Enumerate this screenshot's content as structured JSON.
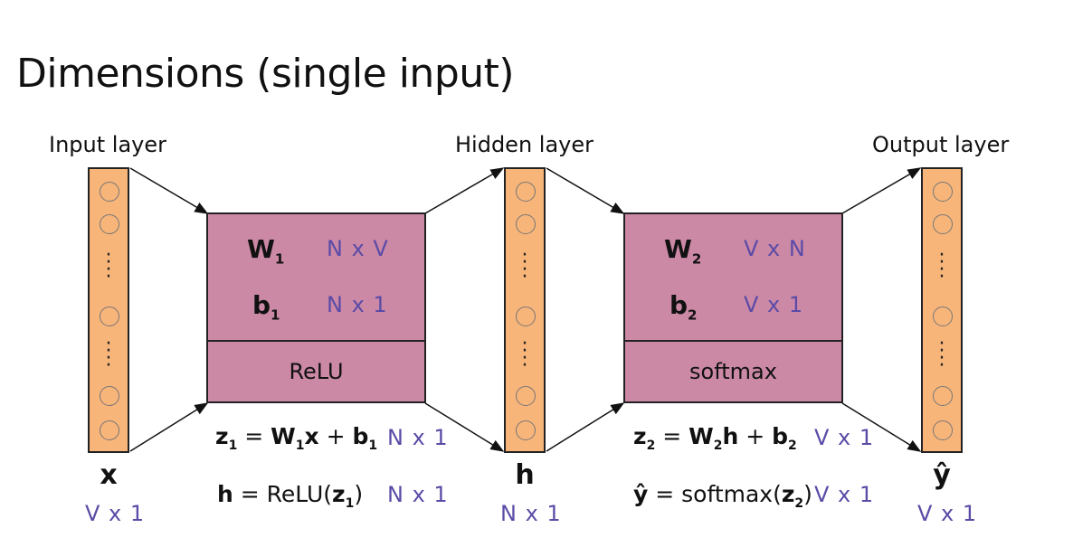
{
  "title": "Dimensions (single input)",
  "layers": {
    "input": {
      "label": "Input layer",
      "vector": "x",
      "dim": "V x 1"
    },
    "hidden": {
      "label": "Hidden layer",
      "vector": "h",
      "dim": "N x 1"
    },
    "output": {
      "label": "Output layer",
      "vector": "ŷ",
      "dim": "V x 1"
    }
  },
  "box1": {
    "w": "W",
    "w_sub": "1",
    "w_dim": "N x V",
    "b": "b",
    "b_sub": "1",
    "b_dim": "N x 1",
    "activation": "ReLU"
  },
  "box2": {
    "w": "W",
    "w_sub": "2",
    "w_dim": "V x N",
    "b": "b",
    "b_sub": "2",
    "b_dim": "V x 1",
    "activation": "softmax"
  },
  "equations": {
    "eq1_dim": "N x 1",
    "eq2_dim": "N x 1",
    "eq3_dim": "V x 1",
    "eq4_dim": "V x 1"
  }
}
